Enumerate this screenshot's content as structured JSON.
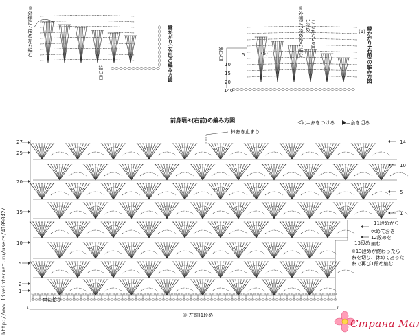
{
  "diagram": {
    "title": "前身頃④(右前)の編み方図",
    "legend": {
      "attach": "◁＝糸をつける",
      "cut": "▶＝糸を切る"
    },
    "neck_start": "衿あき止まり",
    "bottom_label": "③(左前)1段め",
    "bottom_left_note": "束に拾う",
    "left_row_numbers": [
      "27",
      "25",
      "20",
      "15",
      "10",
      "5",
      "2",
      "1"
    ],
    "right_row_numbers": [
      "14",
      "10",
      "5",
      "1"
    ],
    "right_note_a": {
      "row": "11段めから",
      "lines": [
        "11段めから",
        "12段めを編む"
      ]
    },
    "right_note_b": {
      "lines": [
        "休めておき",
        "12段めを",
        "編む"
      ]
    },
    "right_note_c": {
      "lines": [
        "※13段めが終わったら",
        "糸を切り、休めてあった",
        "糸で再び1段め編む"
      ]
    },
    "right_note_d": "13段め",
    "top_left": {
      "caption": "縁かがり(左前)の編み方図",
      "notes": [
        "※外側に7段めから編む",
        "拾い目"
      ]
    },
    "top_right": {
      "caption": "縁かがり(右前)の編み方図",
      "notes": [
        "※外側に7段めから編む",
        "1段め",
        "拾い目",
        "ここから20目"
      ],
      "numbers": [
        "5",
        "10",
        "15",
        "20",
        "140",
        "(1)",
        "(5)"
      ]
    }
  },
  "watermark": {
    "site": "Страна Мам",
    "side_url": "http://www.liveinternet.ru/users/4109042/"
  }
}
